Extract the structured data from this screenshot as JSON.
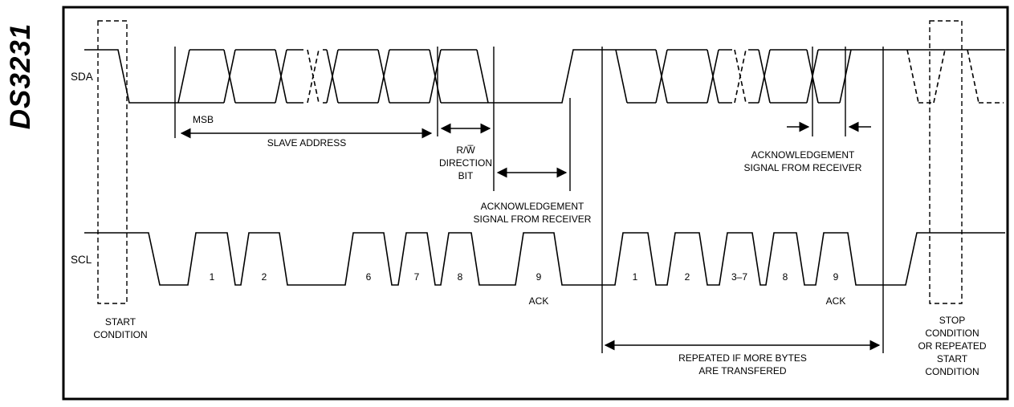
{
  "title": {
    "chip": "DS3231"
  },
  "signals": {
    "sda": "SDA",
    "scl": "SCL"
  },
  "annotations": {
    "msb": "MSB",
    "slave_address": "SLAVE ADDRESS",
    "rw": {
      "l1": "R/W̅",
      "l2": "DIRECTION",
      "l3": "BIT"
    },
    "ack_left": {
      "l1": "ACKNOWLEDGEMENT",
      "l2": "SIGNAL FROM RECEIVER"
    },
    "ack_right": {
      "l1": "ACKNOWLEDGEMENT",
      "l2": "SIGNAL FROM RECEIVER"
    },
    "start": {
      "l1": "START",
      "l2": "CONDITION"
    },
    "stop": {
      "l1": "STOP",
      "l2": "CONDITION",
      "l3": "OR REPEATED",
      "l4": "START",
      "l5": "CONDITION"
    },
    "repeated": {
      "l1": "REPEATED IF MORE BYTES",
      "l2": "ARE TRANSFERED"
    },
    "ack_clock_1": "ACK",
    "ack_clock_2": "ACK"
  },
  "scl": {
    "numbers": [
      "1",
      "2",
      "6",
      "7",
      "8",
      "9",
      "1",
      "2",
      "3–7",
      "8",
      "9"
    ]
  },
  "colors": {
    "line": "#000000",
    "background": "#ffffff"
  }
}
